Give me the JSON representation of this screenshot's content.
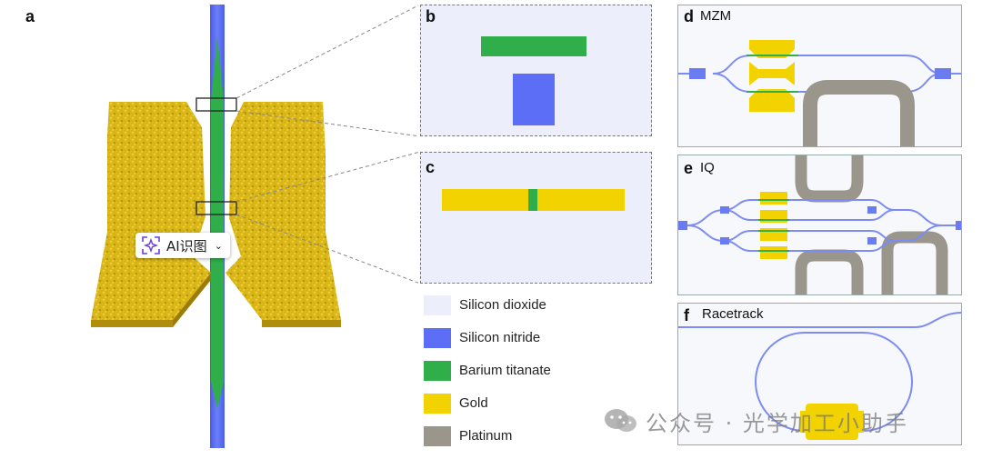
{
  "panels": {
    "a": {
      "letter": "a"
    },
    "b": {
      "letter": "b"
    },
    "c": {
      "letter": "c"
    },
    "d": {
      "letter": "d",
      "title": "MZM"
    },
    "e": {
      "letter": "e",
      "title": "IQ"
    },
    "f": {
      "letter": "f",
      "title": "Racetrack"
    }
  },
  "legend": [
    {
      "label": "Silicon dioxide",
      "color": "#eceffb"
    },
    {
      "label": "Silicon nitride",
      "color": "#5b6ef5"
    },
    {
      "label": "Barium titanate",
      "color": "#2fae4a"
    },
    {
      "label": "Gold",
      "color": "#f2d300"
    },
    {
      "label": "Platinum",
      "color": "#9a968c"
    }
  ],
  "ai_button": {
    "label": "AI识图",
    "icon": "sparkle-scan-icon"
  },
  "watermark": {
    "text": "公众号 · 光学加工小助手",
    "icon": "wechat-icon"
  }
}
